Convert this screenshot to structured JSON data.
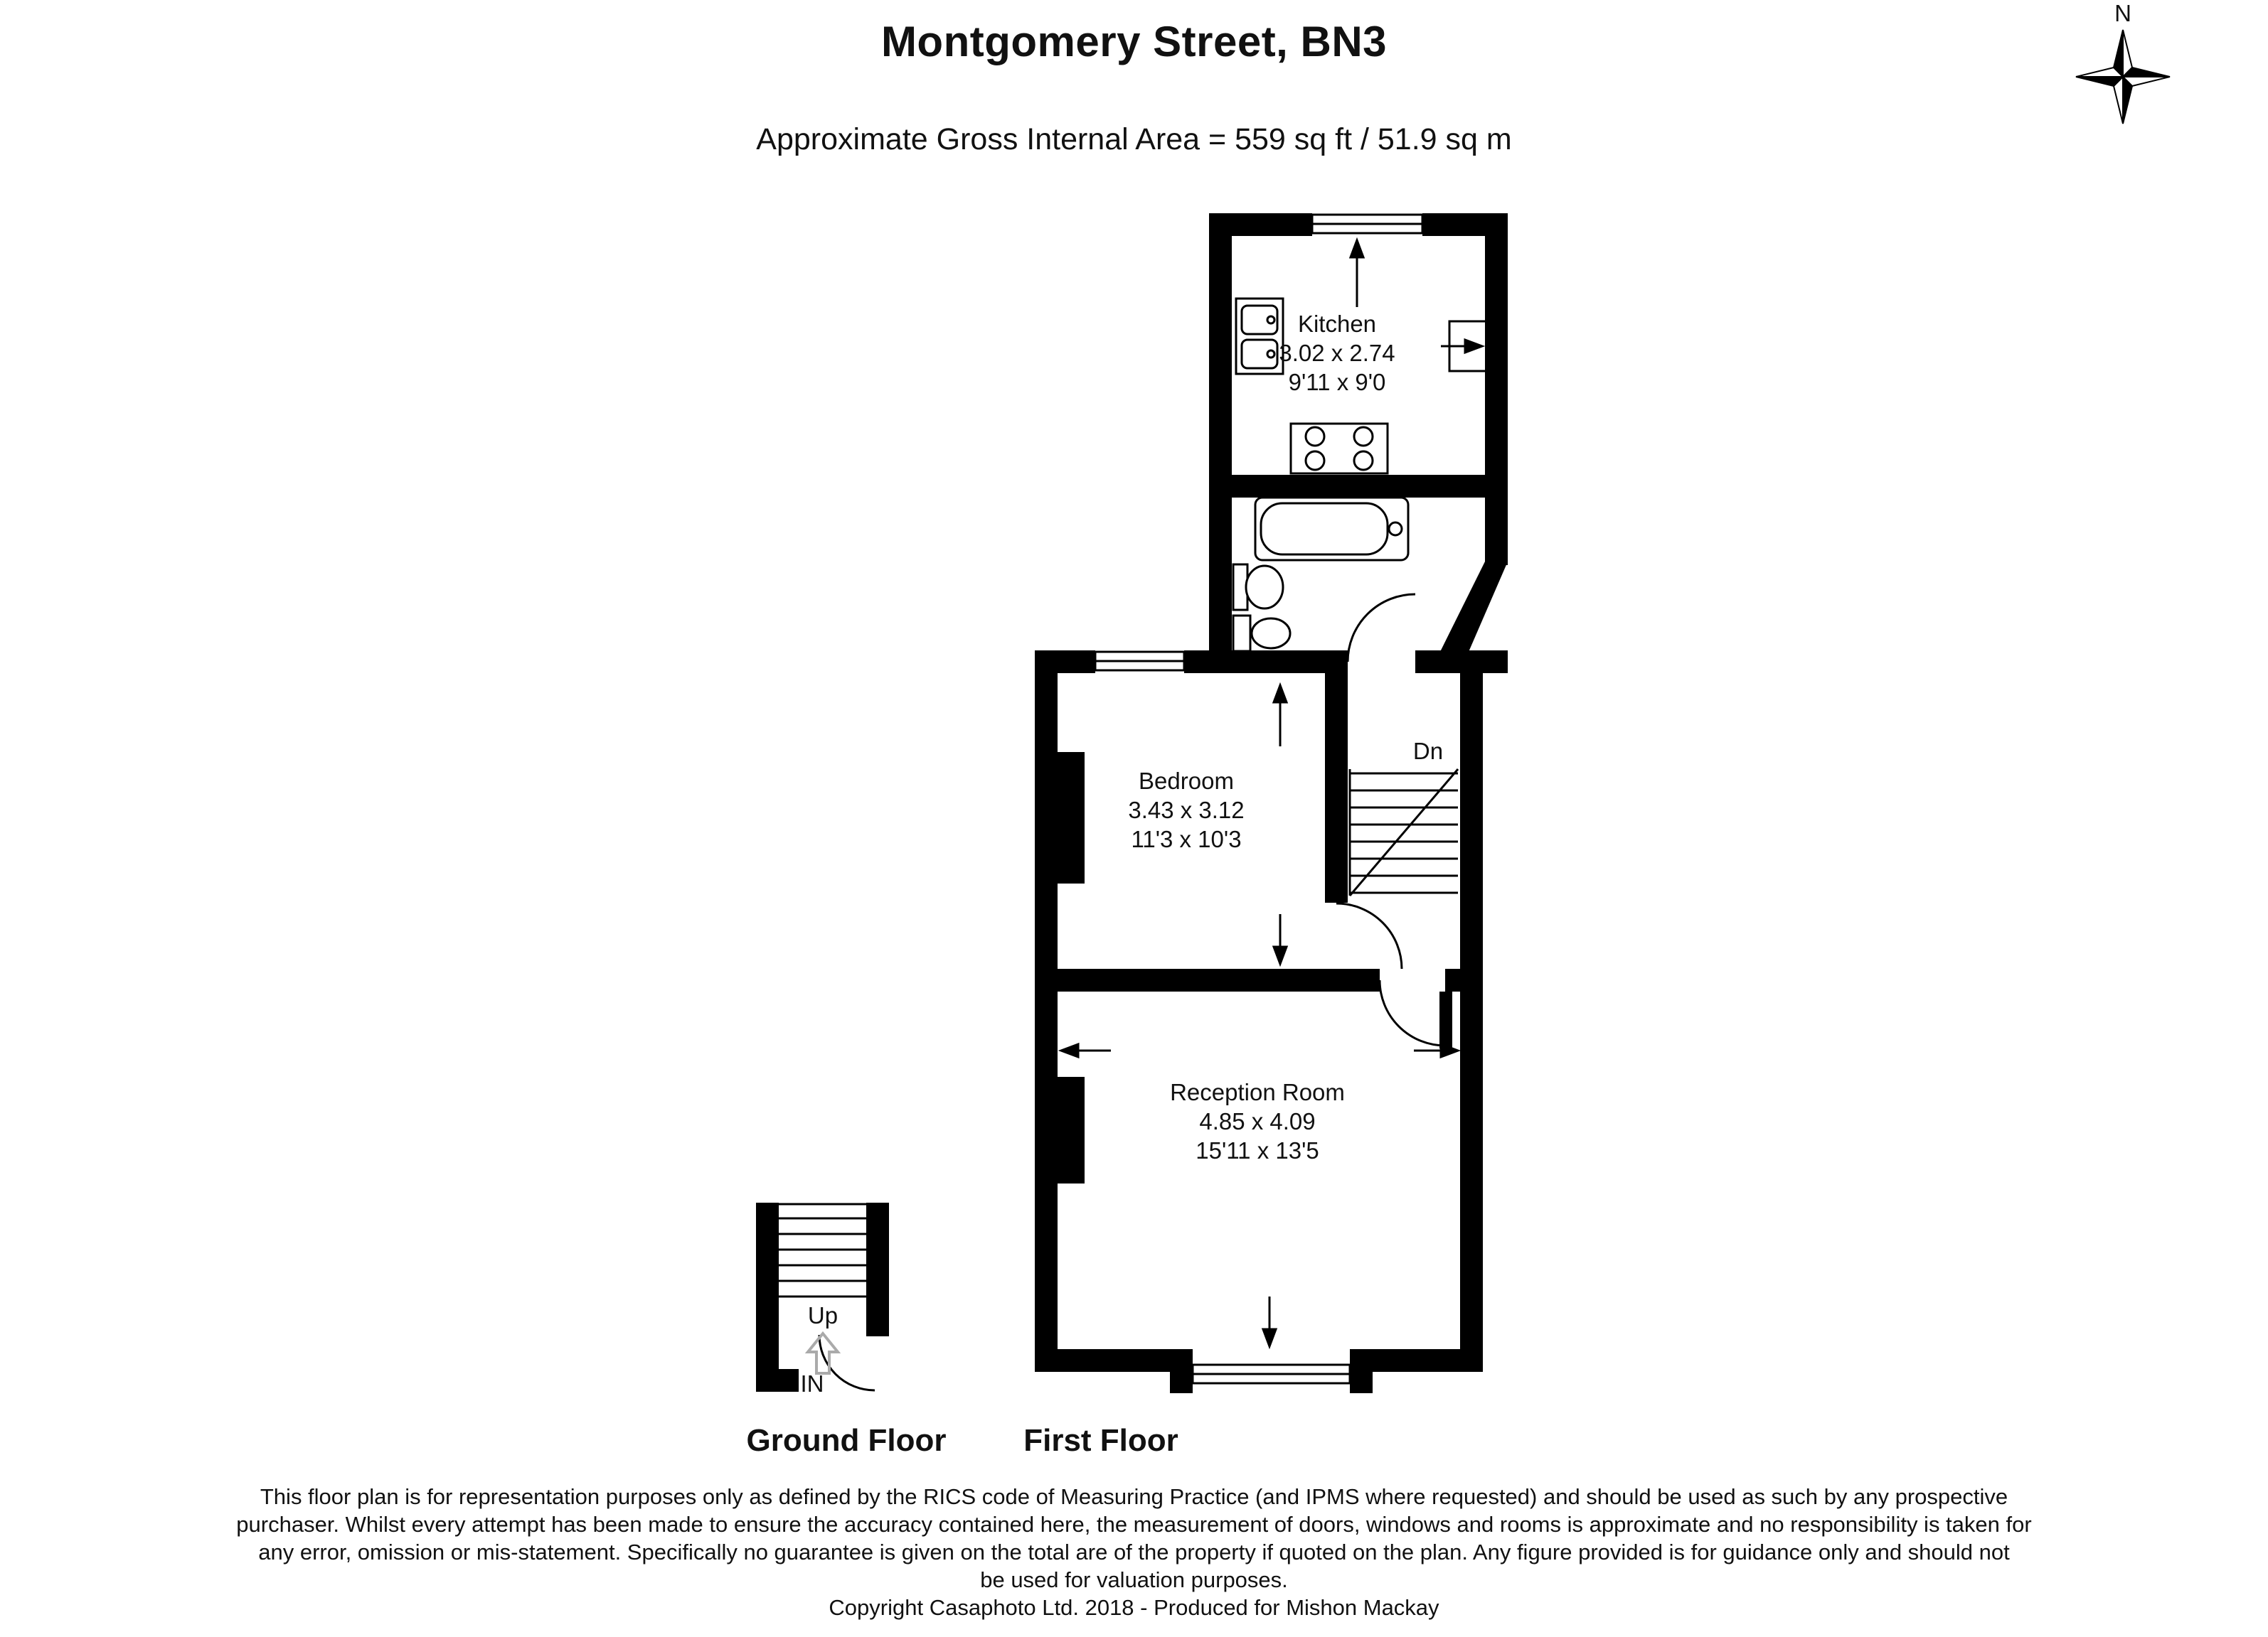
{
  "header": {
    "title": "Montgomery Street, BN3",
    "subtitle": "Approximate Gross Internal Area = 559 sq ft / 51.9 sq m"
  },
  "compass": {
    "north_label": "N"
  },
  "plan": {
    "rooms": [
      {
        "name": "Kitchen",
        "metric": "3.02 x 2.74",
        "imperial": "9'11 x 9'0"
      },
      {
        "name": "Bedroom",
        "metric": "3.43 x 3.12",
        "imperial": "11'3 x 10'3"
      },
      {
        "name": "Reception Room",
        "metric": "4.85 x 4.09",
        "imperial": "15'11 x 13'5"
      }
    ],
    "stair_labels": {
      "down": "Dn",
      "up": "Up",
      "entrance": "IN"
    }
  },
  "floor_labels": {
    "ground": "Ground Floor",
    "first": "First Floor"
  },
  "footer": {
    "disclaimer_lines": [
      "This floor plan is for representation purposes only as defined by the RICS code of Measuring Practice (and IPMS where requested) and should be used as such by any prospective",
      "purchaser. Whilst every attempt has been made to ensure the accuracy contained here, the measurement of doors, windows and rooms is approximate and no responsibility is taken for",
      "any error, omission or mis-statement. Specifically no guarantee is given on the total are of the property if quoted on the plan. Any figure provided is for guidance only and should not",
      "be used for valuation purposes."
    ],
    "copyright": "Copyright Casaphoto Ltd. 2018 - Produced for Mishon Mackay"
  },
  "colors": {
    "wall": "#000000",
    "background": "#ffffff",
    "arrow_outline": "#aaaaaa"
  }
}
